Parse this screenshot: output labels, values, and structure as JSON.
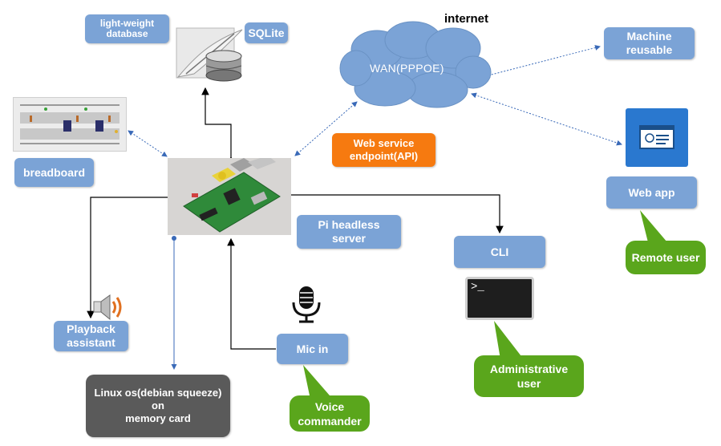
{
  "labels": {
    "internet": "internet",
    "sqlite": "SQLite",
    "lightweight_db": "light-weight\ndatabase",
    "wan": "WAN(PPPOE)",
    "machine_reusable": "Machine\nreusable",
    "breadboard": "breadboard",
    "web_service": "Web service\nendpoint(API)",
    "pi_server": "Pi headless\nserver",
    "cli": "CLI",
    "web_app": "Web app",
    "remote_user": "Remote user",
    "playback": "Playback\nassistant",
    "mic_in": "Mic in",
    "linux_os": "Linux os(debian squeeze)\non\nmemory card",
    "voice_commander": "Voice\ncommander",
    "admin_user": "Administrative\nuser",
    "terminal_prompt": ">_"
  },
  "colors": {
    "box_blue": "#7ba3d6",
    "callout_green": "#5aa61c",
    "api_orange": "#f67a10",
    "os_gray": "#5a5a5a",
    "cloud_blue": "#7ba3d6",
    "connector": "#000000",
    "network_link": "#3a6ab8"
  },
  "icons": [
    "sqlite-feather-database-icon",
    "raspberry-pi-board-image",
    "breadboard-image",
    "speaker-icon",
    "microphone-icon",
    "terminal-icon",
    "web-app-icon",
    "cloud-shape"
  ]
}
